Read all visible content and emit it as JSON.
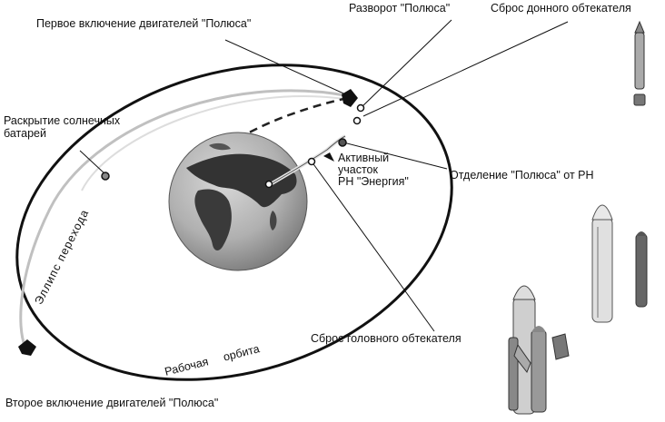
{
  "labels": {
    "first_burn": "Первое включение двигателей \"Полюса\"",
    "turnaround": "Разворот \"Полюса\"",
    "bottom_fairing": "Сброс донного обтекателя",
    "solar_panels": "Раскрытие солнечных\nбатарей",
    "active_leg": "Активный\nучасток\nРН \"Энергия\"",
    "separation": "Отделение \"Полюса\" от РН",
    "transfer_ellipse": "Эллипс перехода",
    "head_fairing": "Сброс головного обтекателя",
    "working_orbit": "Рабочая орбита",
    "second_burn": "Второе включение двигателей \"Полюса\""
  },
  "colors": {
    "ink": "#111111",
    "ocean": "#b8b8b8",
    "land": "#3a3a3a",
    "transfer_path": "#bbbbbb"
  }
}
